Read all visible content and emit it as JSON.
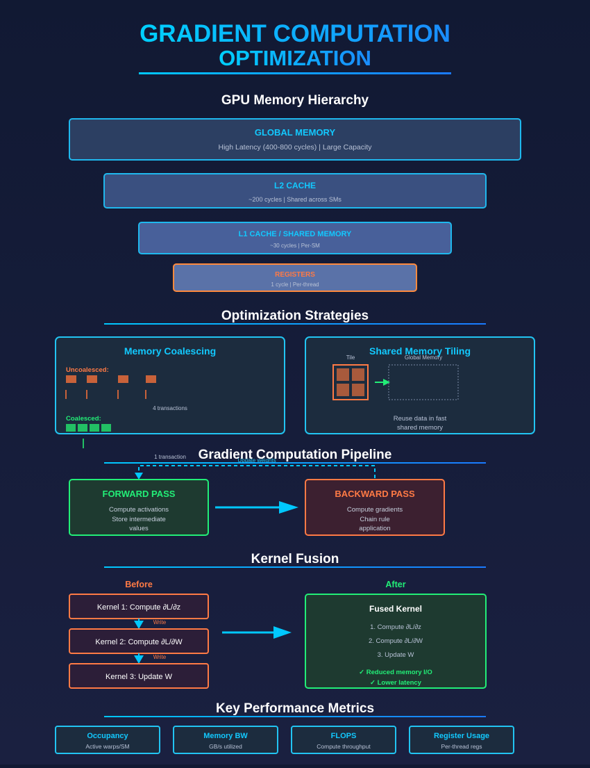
{
  "title": {
    "line1": "GRADIENT COMPUTATION",
    "line2": "OPTIMIZATION"
  },
  "memory_hierarchy": {
    "heading": "GPU Memory Hierarchy",
    "levels": [
      {
        "name": "GLOBAL MEMORY",
        "desc": "High Latency (400-800 cycles) | Large Capacity"
      },
      {
        "name": "L2 CACHE",
        "desc": "~200 cycles | Shared across SMs"
      },
      {
        "name": "L1 CACHE / SHARED MEMORY",
        "desc": "~30 cycles | Per-SM"
      },
      {
        "name": "REGISTERS",
        "desc": "1 cycle | Per-thread"
      }
    ]
  },
  "strategies": {
    "heading": "Optimization Strategies",
    "coalescing": {
      "title": "Memory Coalescing",
      "uncoalesced_label": "Uncoalesced:",
      "uncoalesced_note": "4 transactions",
      "coalesced_label": "Coalesced:",
      "coalesced_note": "1 transaction"
    },
    "tiling": {
      "title": "Shared Memory Tiling",
      "tile_label": "Tile",
      "global_label": "Global Memory",
      "caption_line1": "Reuse data in fast",
      "caption_line2": "shared memory"
    }
  },
  "pipeline": {
    "heading": "Gradient Computation Pipeline",
    "update_label": "Update weights",
    "forward": {
      "title": "FORWARD PASS",
      "line1": "Compute activations",
      "line2": "Store intermediate",
      "line3": "values"
    },
    "backward": {
      "title": "BACKWARD PASS",
      "line1": "Compute gradients",
      "line2": "Chain rule",
      "line3": "application"
    }
  },
  "fusion": {
    "heading": "Kernel Fusion",
    "before_label": "Before",
    "after_label": "After",
    "kernels": [
      "Kernel 1: Compute ∂L/∂z",
      "Kernel 2: Compute ∂L/∂W",
      "Kernel 3: Update W"
    ],
    "write_label": "Write",
    "fused": {
      "title": "Fused Kernel",
      "steps": [
        "1. Compute ∂L/∂z",
        "2. Compute ∂L/∂W",
        "3. Update W"
      ],
      "benefits": [
        "✓ Reduced memory I/O",
        "✓ Lower latency"
      ]
    }
  },
  "metrics": {
    "heading": "Key Performance Metrics",
    "items": [
      {
        "name": "Occupancy",
        "desc": "Active warps/SM"
      },
      {
        "name": "Memory BW",
        "desc": "GB/s utilized"
      },
      {
        "name": "FLOPS",
        "desc": "Compute throughput"
      },
      {
        "name": "Register Usage",
        "desc": "Per-thread regs"
      }
    ]
  },
  "colors": {
    "accent_blue": "#00c8ff",
    "accent_orange": "#ff7a45",
    "accent_green": "#22ee77"
  }
}
